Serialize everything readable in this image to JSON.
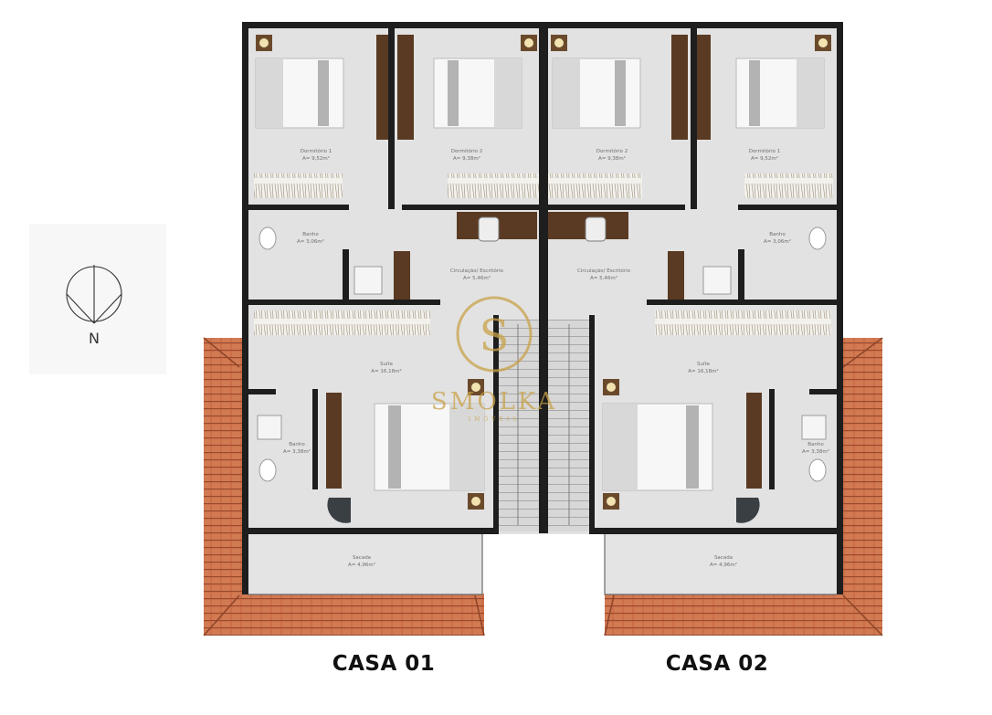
{
  "compass": {
    "label": "N",
    "icon": "north-arrow-icon"
  },
  "watermark": {
    "initial": "S",
    "name": "SMOLKA",
    "sub": "IMÓVEIS"
  },
  "colors": {
    "wall": "#1e1e1e",
    "floor": "#e2e2e2",
    "roof": "#c96a45",
    "wood": "#5a3a22",
    "gold": "#c9a24a"
  },
  "houses": [
    {
      "caption": "CASA 01",
      "rooms": {
        "dorm1": {
          "name": "Dormitório 1",
          "area": "A= 9,52m²"
        },
        "dorm2": {
          "name": "Dormitório 2",
          "area": "A= 9,38m²"
        },
        "bath1": {
          "name": "Banho",
          "area": "A= 3,06m²"
        },
        "circ": {
          "name": "Circulação/ Escritório",
          "area": "A= 5,46m²"
        },
        "suite": {
          "name": "Suíte",
          "area": "A= 16,18m²"
        },
        "bath2": {
          "name": "Banho",
          "area": "A= 3,38m²"
        },
        "sacada": {
          "name": "Sacada",
          "area": "A= 4,96m²"
        }
      }
    },
    {
      "caption": "CASA 02",
      "rooms": {
        "dorm1": {
          "name": "Dormitório 1",
          "area": "A= 9,52m²"
        },
        "dorm2": {
          "name": "Dormitório 2",
          "area": "A= 9,38m²"
        },
        "bath1": {
          "name": "Banho",
          "area": "A= 3,06m²"
        },
        "circ": {
          "name": "Circulação/ Escritório",
          "area": "A= 5,46m²"
        },
        "suite": {
          "name": "Suíte",
          "area": "A= 16,18m²"
        },
        "bath2": {
          "name": "Banho",
          "area": "A= 3,38m²"
        },
        "sacada": {
          "name": "Sacada",
          "area": "A= 4,96m²"
        }
      }
    }
  ]
}
